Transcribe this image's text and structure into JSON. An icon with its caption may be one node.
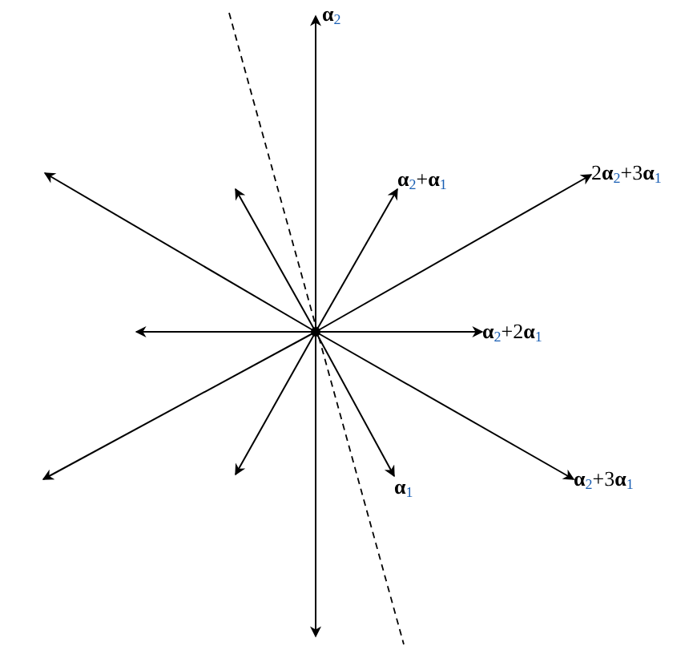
{
  "diagram": {
    "nodes": [
      {
        "text": [],
        "shape": "point"
      },
      {
        "text": [
          "**α**$_{2}$"
        ]
      },
      {
        "text": [
          "**α**$_{2}$+**α**$_{1}$"
        ]
      },
      {
        "text": [
          "2**α**$_{2}$+3**α**$_{1}$"
        ]
      },
      {
        "text": [
          "**α**$_{2}$+2**α**$_{1}$"
        ]
      },
      {
        "text": [
          "**α**$_{1}$"
        ]
      },
      {
        "text": [
          "**α**$_{2}$+3**α**$_{1}$"
        ]
      }
    ],
    "edges": [
      {
        "from": 0,
        "to": 1,
        "arrow": "to"
      },
      {
        "from": 0,
        "to": 2,
        "arrow": "to"
      },
      {
        "from": 0,
        "to": 3,
        "arrow": "to"
      },
      {
        "from": 0,
        "to": 4,
        "arrow": "to"
      },
      {
        "from": 0,
        "to": 5,
        "arrow": "to"
      },
      {
        "from": 0,
        "to": 6,
        "arrow": "to"
      },
      {
        "from": 0,
        "to": null,
        "arrow": "to"
      },
      {
        "from": 0,
        "to": null,
        "arrow": "to"
      },
      {
        "from": 0,
        "to": null,
        "arrow": "to"
      },
      {
        "from": 0,
        "to": null,
        "arrow": "to"
      },
      {
        "from": 0,
        "to": null,
        "arrow": "to"
      },
      {
        "from": 0,
        "to": null,
        "arrow": "to"
      }
    ]
  }
}
